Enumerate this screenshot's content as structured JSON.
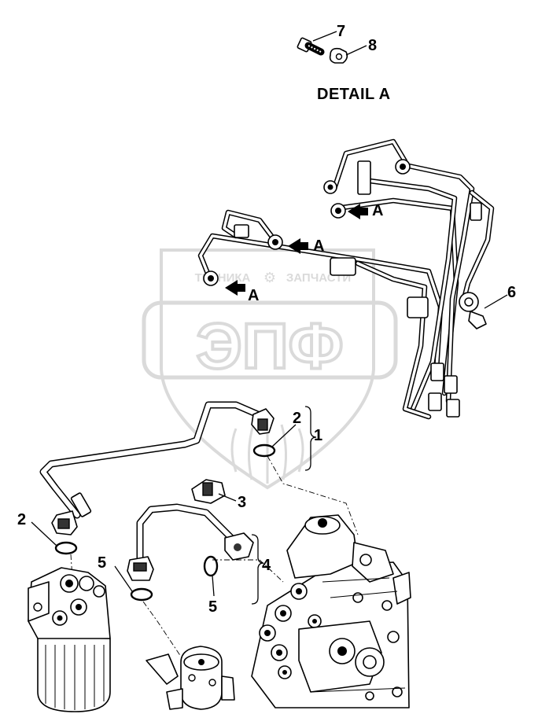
{
  "detail_title": "DETAIL A",
  "watermark": {
    "logo_text": "ЭПФ",
    "line_left": "ТЕХНИКА",
    "line_right": "ЗАПЧАСТИ",
    "color": "#bdbdbd"
  },
  "callouts": {
    "c1": "1",
    "c2_top": "2",
    "c2_left": "2",
    "c3": "3",
    "c4": "4",
    "c5_left": "5",
    "c5_bottom": "5",
    "c6": "6",
    "c7": "7",
    "c8": "8"
  },
  "arrow_labels": {
    "a1": "A",
    "a2": "A",
    "a3": "A"
  }
}
